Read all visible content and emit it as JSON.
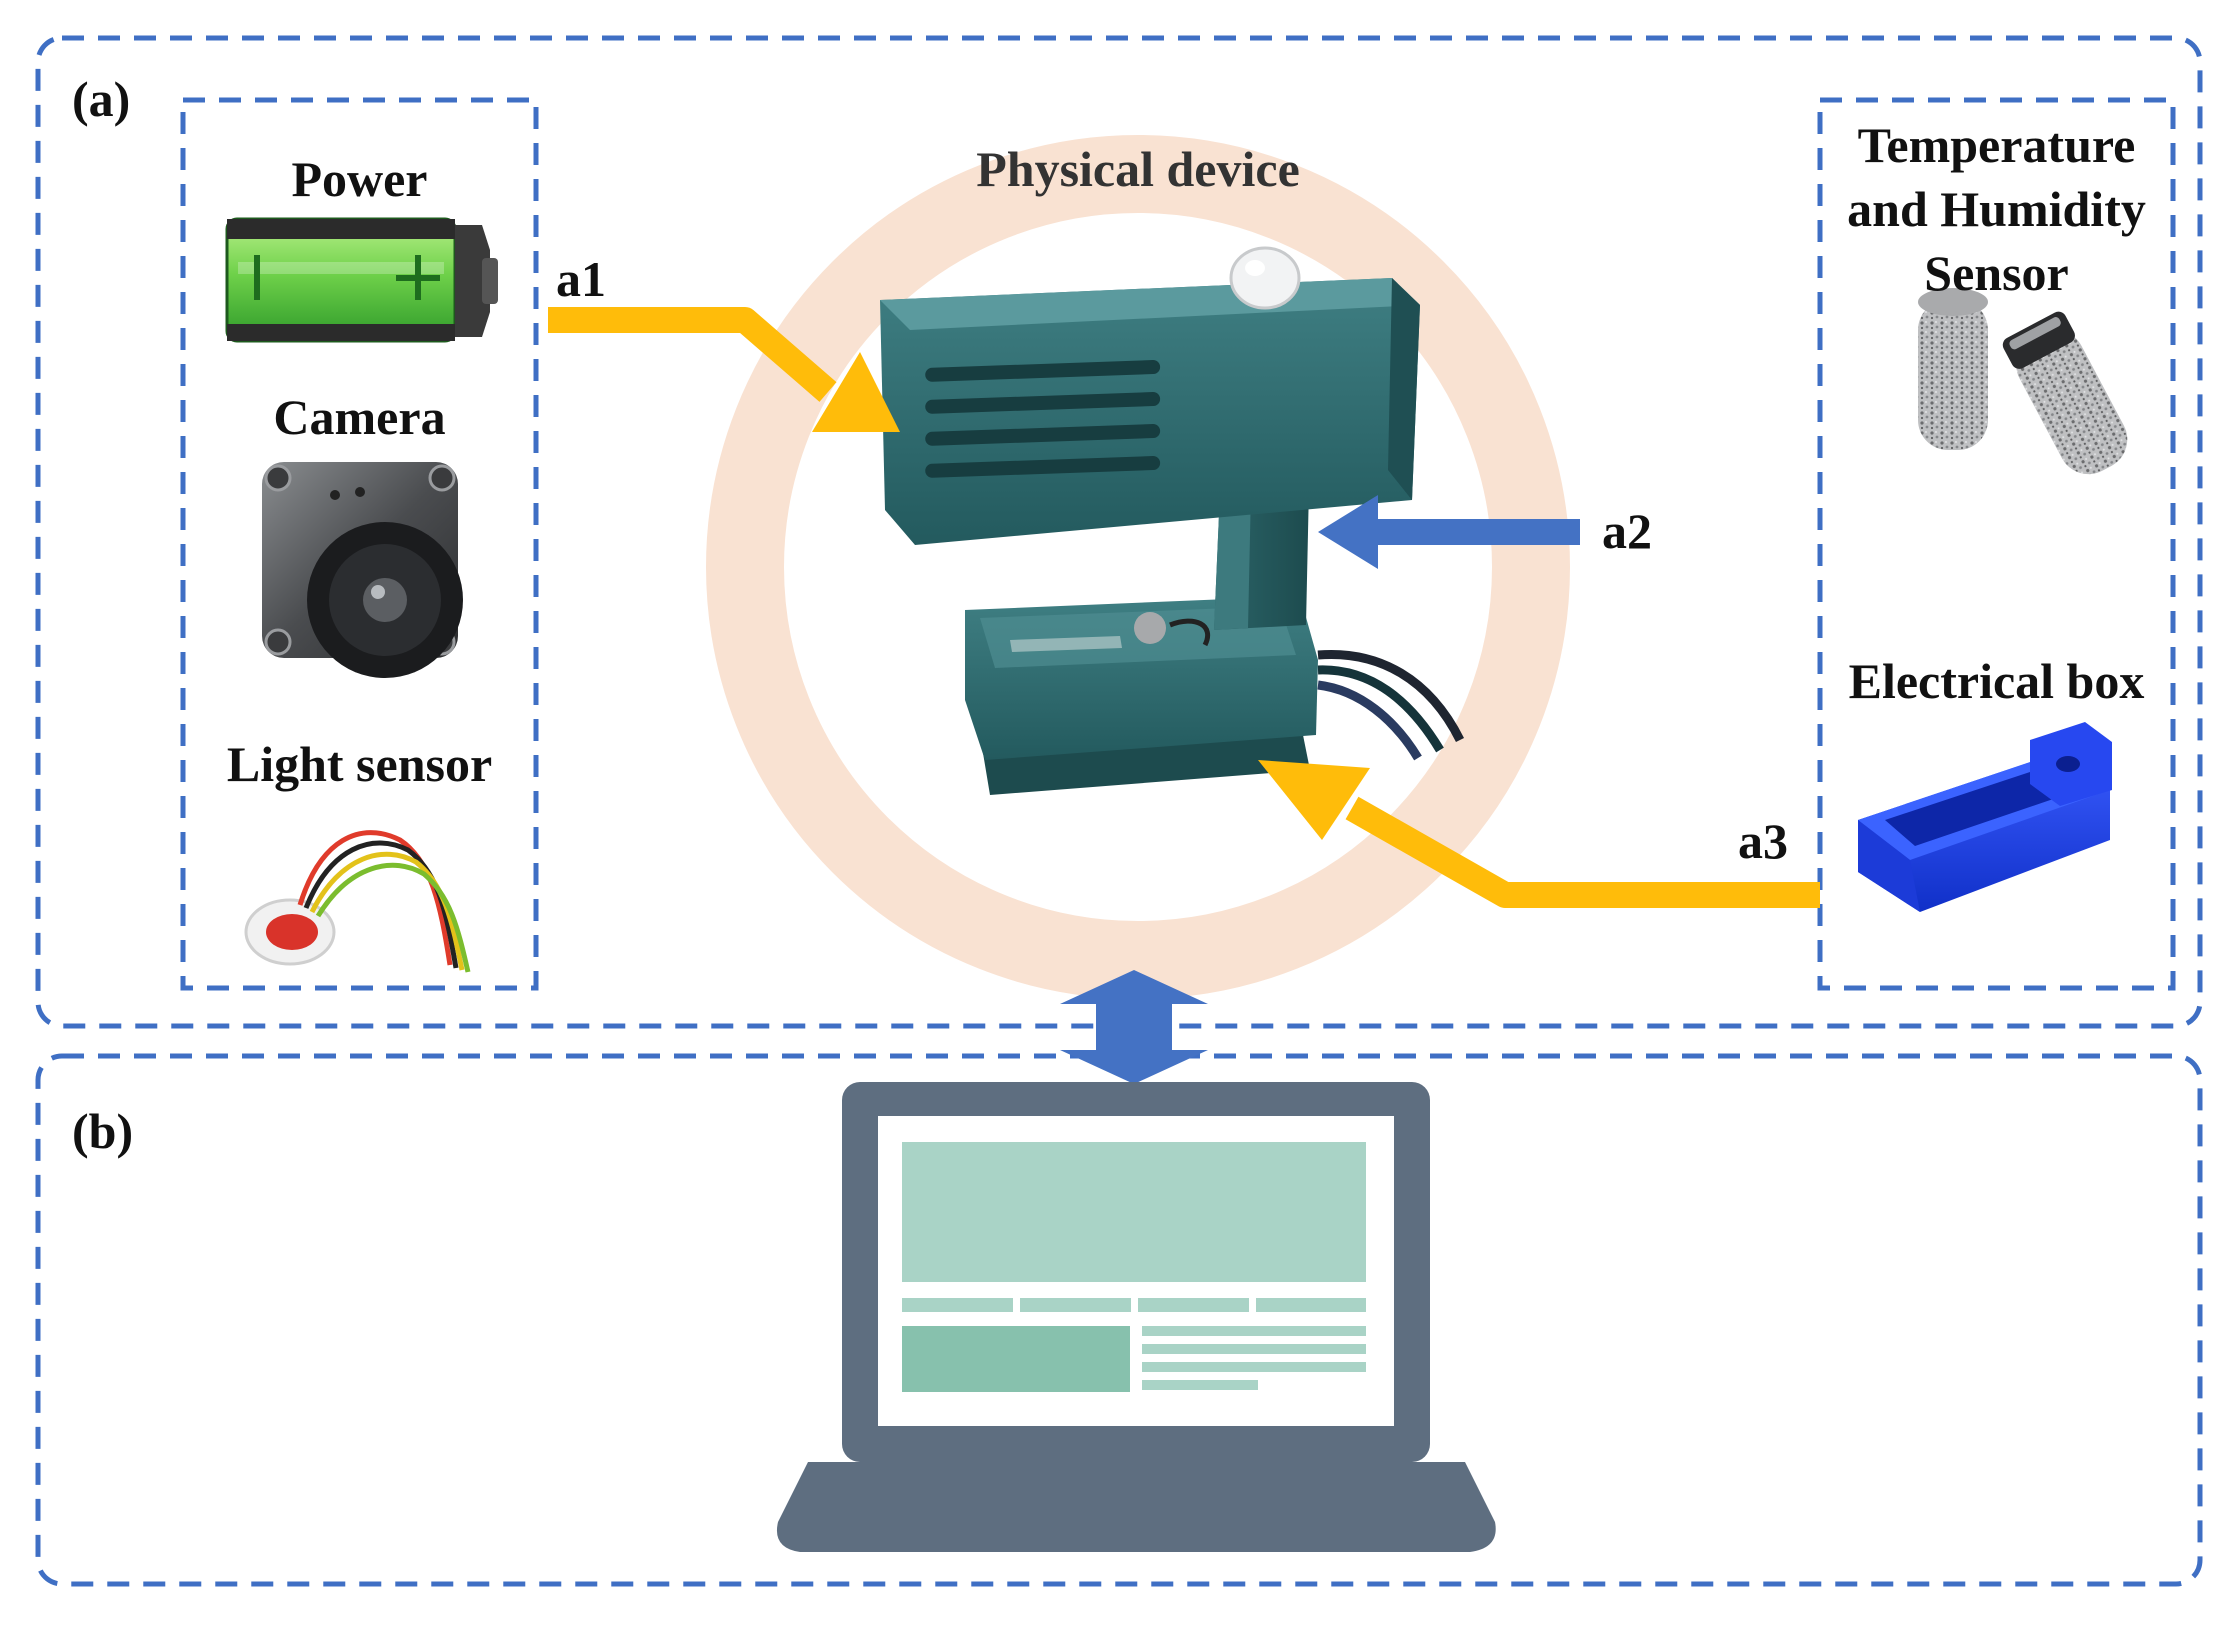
{
  "colors": {
    "frame_dash": "#3f6fc4",
    "ring": "#f9e2d2",
    "arrow_yellow": "#ffbc0a",
    "arrow_blue": "#4472c4",
    "laptop_body": "#5e6e80",
    "screen_light": "#a9d3c6",
    "screen_dark": "#87c1ad",
    "device_teal": "#2f6b6f"
  },
  "panels": {
    "a": {
      "label": "(a)"
    },
    "b": {
      "label": "(b)"
    }
  },
  "left_group": {
    "power": {
      "label": "Power",
      "icon": "battery-icon"
    },
    "camera": {
      "label": "Camera",
      "icon": "camera-module-icon"
    },
    "light_sensor": {
      "label": "Light sensor",
      "icon": "light-sensor-icon"
    }
  },
  "center": {
    "title": "Physical device",
    "icon": "physical-device-icon"
  },
  "right_group": {
    "th_sensor": {
      "label_lines": [
        "Temperature",
        "and Humidity",
        "Sensor"
      ],
      "icon": "th-sensor-icon"
    },
    "electrical_box": {
      "label": "Electrical box",
      "icon": "electrical-box-icon"
    }
  },
  "arrows": {
    "a1": "a1",
    "a2": "a2",
    "a3": "a3"
  },
  "bottom": {
    "icon": "laptop-icon",
    "link_icon": "bidirectional-arrow-icon"
  }
}
